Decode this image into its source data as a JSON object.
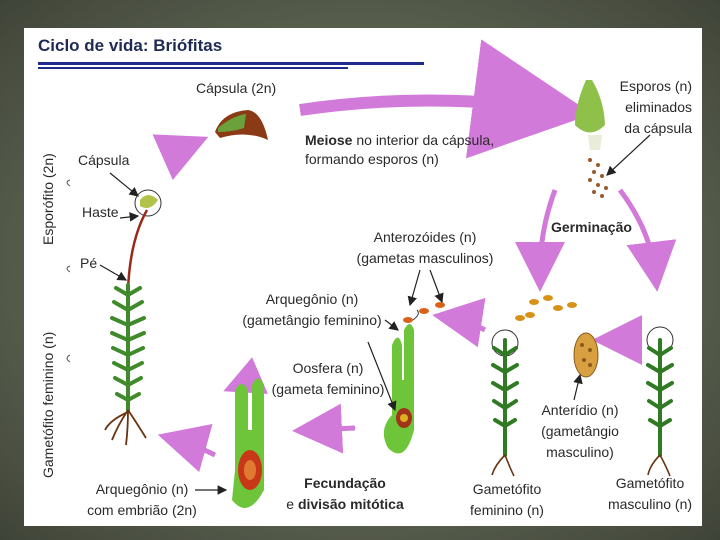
{
  "title": "Ciclo de vida: Briófitas",
  "side_labels": {
    "sporophyte": "Esporófito (2n)",
    "gametophyte": "Gametófito feminino (n)"
  },
  "labels": {
    "capsule_2n": "Cápsula (2n)",
    "meiosis_bold": "Meiose",
    "meiosis_rest1": " no interior da cápsula,",
    "meiosis_line2": "formando esporos (n)",
    "spores_1": "Esporos (n)",
    "spores_2": "eliminados",
    "spores_3": "da cápsula",
    "capsule": "Cápsula",
    "stalk": "Haste",
    "foot": "Pé",
    "germination": "Germinação",
    "antherozoids_1": "Anterozóides (n)",
    "antherozoids_2": "(gametas masculinos)",
    "archegonium_1": "Arquegônio (n)",
    "archegonium_2": "(gametângio feminino)",
    "oosphere_1": "Oosfera (n)",
    "oosphere_2": "(gameta feminino)",
    "antheridium_1": "Anterídio (n)",
    "antheridium_2": "(gametângio",
    "antheridium_3": "masculino)",
    "archegonium_embryo_1": "Arquegônio (n)",
    "archegonium_embryo_2": "com embrião (2n)",
    "fertilization_1": "Fecundação",
    "fertilization_2a": "e ",
    "fertilization_2b": "divisão mitótica",
    "female_gameto_1": "Gametófito",
    "female_gameto_2": "feminino (n)",
    "male_gameto_1": "Gametófito",
    "male_gameto_2": "masculino (n)"
  },
  "colors": {
    "arrow": "#d27ad9",
    "title": "#1f2a55",
    "plant_green": "#3f8a2a",
    "stalk_red": "#9a2a1a"
  }
}
